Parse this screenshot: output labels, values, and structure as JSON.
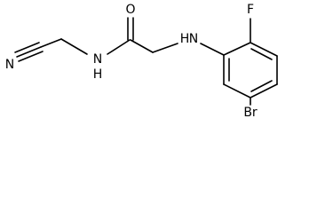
{
  "molecule": {
    "atoms": {
      "nitrile_n": "N",
      "amide_n": "N",
      "amide_h": "H",
      "carbonyl_o": "O",
      "amine_n": "N",
      "amine_h": "H",
      "fluorine": "F",
      "bromine": "Br"
    },
    "colors": {
      "ink": "#000000",
      "background": "#ffffff"
    }
  }
}
